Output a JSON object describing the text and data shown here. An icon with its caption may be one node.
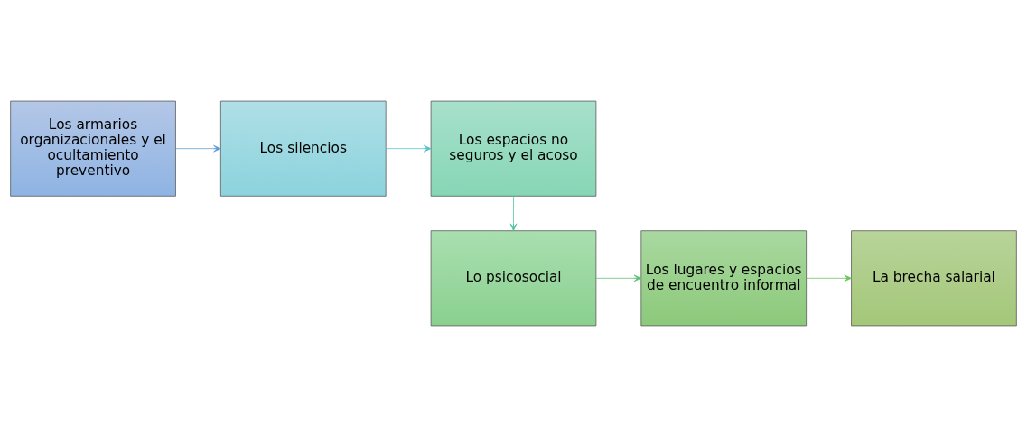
{
  "diagram": {
    "nodes": [
      {
        "text": [
          "Los armarios organizacionales y el ocultamiento preventivo"
        ]
      },
      {
        "text": [
          "Los silencios"
        ]
      },
      {
        "text": [
          "Los espacios no seguros y el acoso"
        ]
      },
      {
        "text": [
          "Lo psicosocial"
        ]
      },
      {
        "text": [
          "Los lugares y espacios de encuentro informal"
        ]
      },
      {
        "text": [
          "La brecha salarial"
        ]
      }
    ],
    "edges": [
      {
        "from": 0,
        "to": 1,
        "arrow": "to",
        "color": "#5b9bd5"
      },
      {
        "from": 1,
        "to": 2,
        "arrow": "to",
        "color": "#4fc3c8"
      },
      {
        "from": 2,
        "to": 3,
        "arrow": "to",
        "color": "#4cc29a"
      },
      {
        "from": 3,
        "to": 4,
        "arrow": "to",
        "color": "#5cbf7a"
      },
      {
        "from": 4,
        "to": 5,
        "arrow": "to",
        "color": "#6cbf5e"
      }
    ]
  }
}
